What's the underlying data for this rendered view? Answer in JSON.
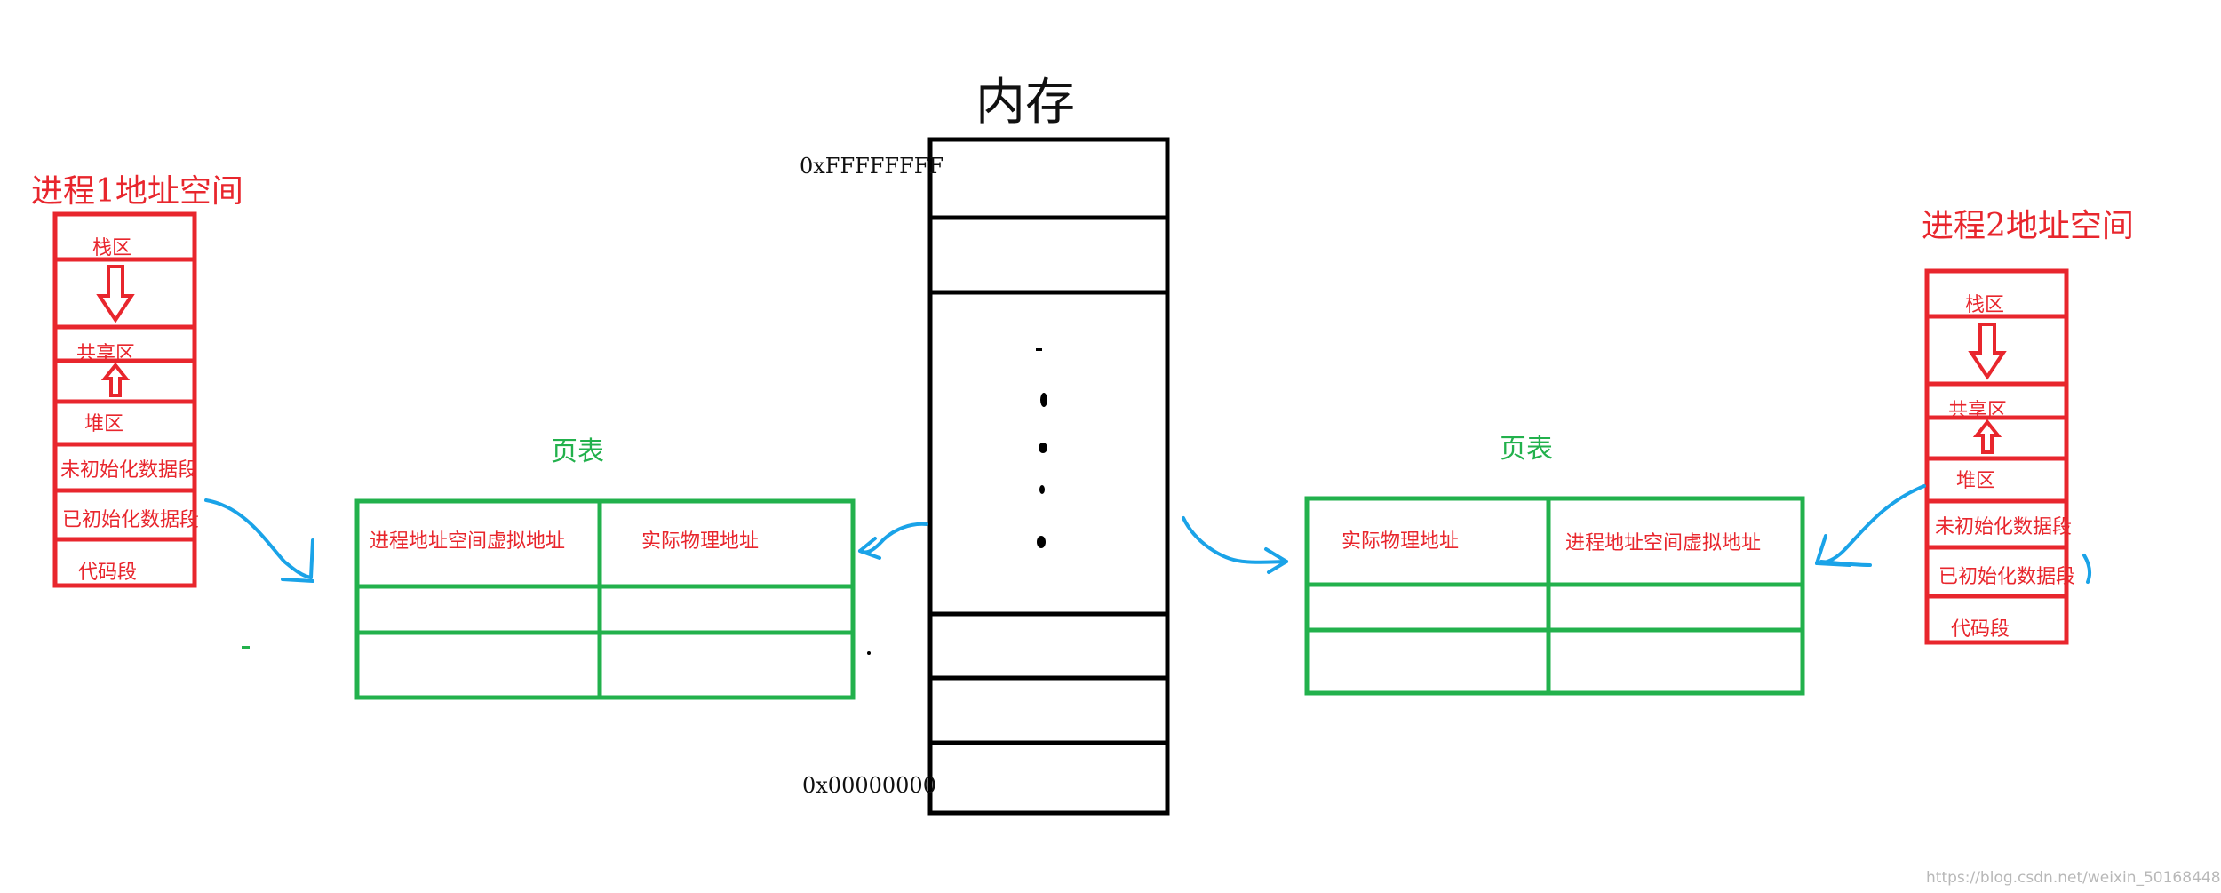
{
  "memory": {
    "title": "内存",
    "top_address": "0xFFFFFFFF",
    "bottom_address": "0x00000000"
  },
  "process1": {
    "title": "进程1地址空间",
    "segments": [
      "栈区",
      "共享区",
      "堆区",
      "未初始化数据段",
      "已初始化数据段",
      "代码段"
    ]
  },
  "process2": {
    "title": "进程2地址空间",
    "segments": [
      "栈区",
      "共享区",
      "堆区",
      "未初始化数据段",
      "已初始化数据段",
      "代码段"
    ]
  },
  "page_table_1": {
    "title": "页表",
    "headers": [
      "进程地址空间虚拟地址",
      "实际物理地址"
    ]
  },
  "page_table_2": {
    "title": "页表",
    "headers": [
      "实际物理地址",
      "进程地址空间虚拟地址"
    ]
  },
  "watermark": "https://blog.csdn.net/weixin_50168448",
  "colors": {
    "process": "#e8262d",
    "page_table": "#22b14c",
    "arrow": "#1aa3e8",
    "memory": "#000000"
  },
  "icons": [
    "down-arrow-icon",
    "up-arrow-icon",
    "curved-arrow-icon"
  ]
}
